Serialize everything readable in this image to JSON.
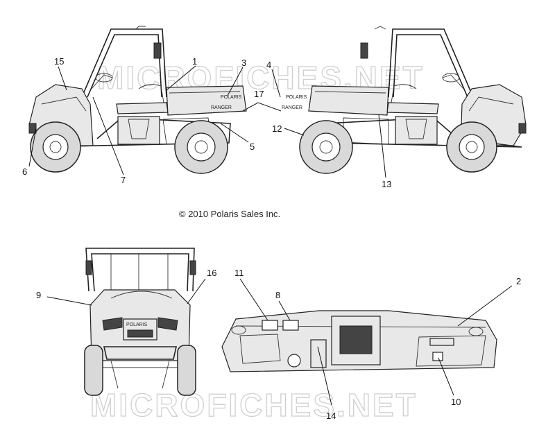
{
  "watermark": "MICROFICHES.NET",
  "copyright": "© 2010 Polaris Sales Inc.",
  "decals": {
    "brand": "POLARIS",
    "model": "RANGER"
  },
  "callouts": {
    "c1": "1",
    "c2": "2",
    "c3": "3",
    "c4": "4",
    "c5": "5",
    "c6": "6",
    "c7": "7",
    "c8": "8",
    "c9": "9",
    "c10": "10",
    "c11": "11",
    "c12": "12",
    "c13": "13",
    "c14": "14",
    "c15": "15",
    "c16": "16",
    "c17": "17"
  }
}
